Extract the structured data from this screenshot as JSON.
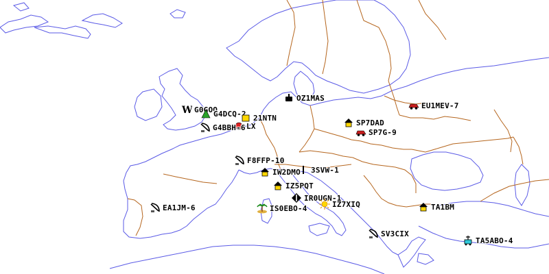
{
  "map": {
    "colors": {
      "background": "#ffffff",
      "coastline": "#5a5ae6",
      "border": "#b5651d",
      "label": "#000000"
    },
    "stations": [
      {
        "callsign": "G0GOO",
        "icon": "wx-station-icon"
      },
      {
        "callsign": "G4DCQ-2",
        "icon": "digipeater-icon"
      },
      {
        "callsign": "21NTN",
        "icon": "digipeater-icon"
      },
      {
        "callsign": "LX",
        "icon": "digipeater-icon"
      },
      {
        "callsign": "G4BBH-6",
        "icon": "dish-antenna-icon"
      },
      {
        "callsign": "OZ1MAS",
        "icon": "phone-icon"
      },
      {
        "callsign": "EU1MEV-7",
        "icon": "car-icon"
      },
      {
        "callsign": "SP7DAD",
        "icon": "house-icon"
      },
      {
        "callsign": "SP7G-9",
        "icon": "car-icon"
      },
      {
        "callsign": "F8FFP-10",
        "icon": "dish-antenna-icon"
      },
      {
        "callsign": "IW2DMO",
        "icon": "house-icon"
      },
      {
        "callsign": "3SVW-1",
        "icon": "digipeater-icon"
      },
      {
        "callsign": "IZ5PQT",
        "icon": "house-icon"
      },
      {
        "callsign": "IR0UGN-1",
        "icon": "diamond-icon"
      },
      {
        "callsign": "IZ7XIQ",
        "icon": "sun-icon"
      },
      {
        "callsign": "IS0EBO-4",
        "icon": "island-icon"
      },
      {
        "callsign": "EA1JM-6",
        "icon": "dish-antenna-icon"
      },
      {
        "callsign": "TA1BM",
        "icon": "house-icon"
      },
      {
        "callsign": "SV3CIX",
        "icon": "dish-antenna-icon"
      },
      {
        "callsign": "TA5ABO-4",
        "icon": "tower-icon"
      }
    ]
  }
}
